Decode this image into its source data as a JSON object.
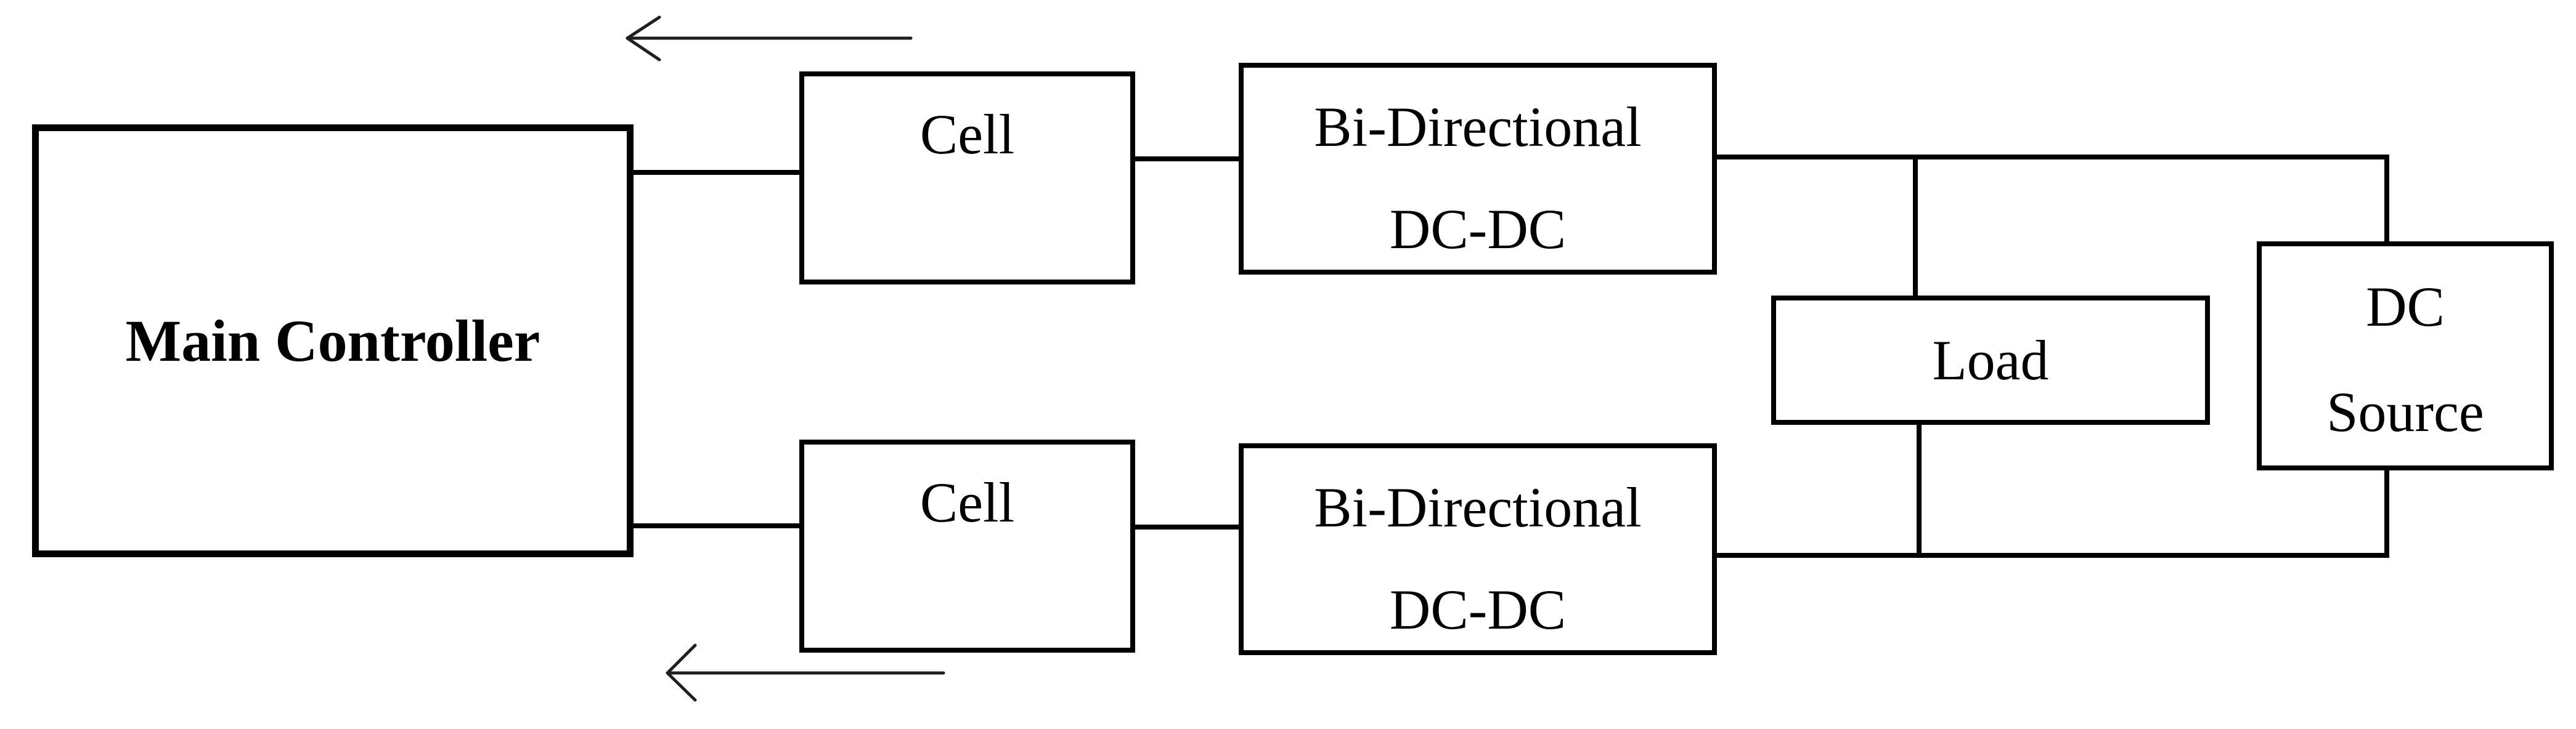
{
  "diagram": {
    "background": "#ffffff",
    "line_color": "#000000",
    "boxes": {
      "main_controller": {
        "label": "Main Controller"
      },
      "cell_top": {
        "label": "Cell"
      },
      "cell_bottom": {
        "label": "Cell"
      },
      "bidir_top": {
        "line1": "Bi-Directional",
        "line2": "DC-DC"
      },
      "bidir_bottom": {
        "line1": "Bi-Directional",
        "line2": "DC-DC"
      },
      "load": {
        "label": "Load"
      },
      "dc_source": {
        "line1": "DC",
        "line2": "Source"
      }
    },
    "arrows": {
      "top": {
        "direction": "left"
      },
      "bottom": {
        "direction": "left"
      }
    }
  }
}
